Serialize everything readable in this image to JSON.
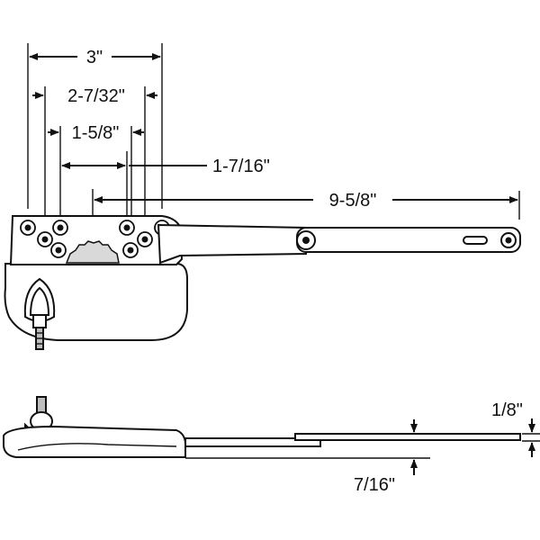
{
  "figure": {
    "top_view": {
      "dimensions": [
        {
          "id": "overall_hole_span",
          "label": "3\""
        },
        {
          "id": "outer_hole_span",
          "label": "2-7/32\""
        },
        {
          "id": "inner_hole_span",
          "label": "1-5/8\""
        },
        {
          "id": "hub_offset",
          "label": "1-7/16\""
        },
        {
          "id": "arm_length",
          "label": "9-5/8\""
        }
      ]
    },
    "side_view": {
      "dimensions": [
        {
          "id": "arm_thickness",
          "label": "1/8\""
        },
        {
          "id": "arm_height",
          "label": "7/16\""
        }
      ]
    },
    "colors": {
      "line": "#111111",
      "body_fill": "#ffffff",
      "gear_fill": "#d9d9d9"
    }
  }
}
